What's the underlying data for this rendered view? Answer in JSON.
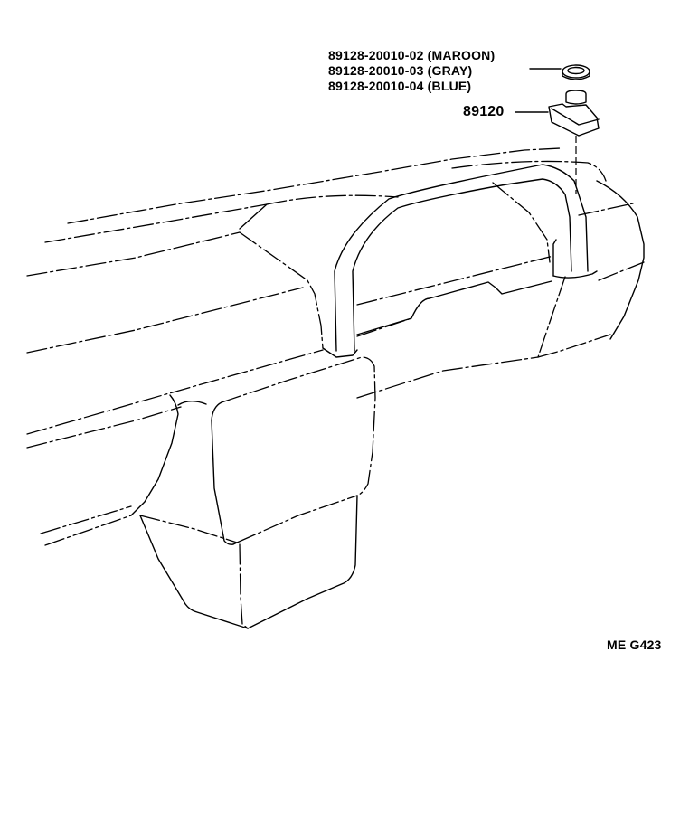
{
  "diagram": {
    "type": "parts-illustration",
    "subject": "instrument panel with cover / ornament part",
    "background": "#ffffff",
    "line_color": "#000000"
  },
  "callouts": {
    "part_variants": [
      {
        "number": "89128-20010-02",
        "color": "(MAROON)"
      },
      {
        "number": "89128-20010-03",
        "color": "(GRAY)"
      },
      {
        "number": "89128-20010-04",
        "color": "(BLUE)"
      }
    ],
    "main_part": "89120"
  },
  "figure_code": "ME G423"
}
